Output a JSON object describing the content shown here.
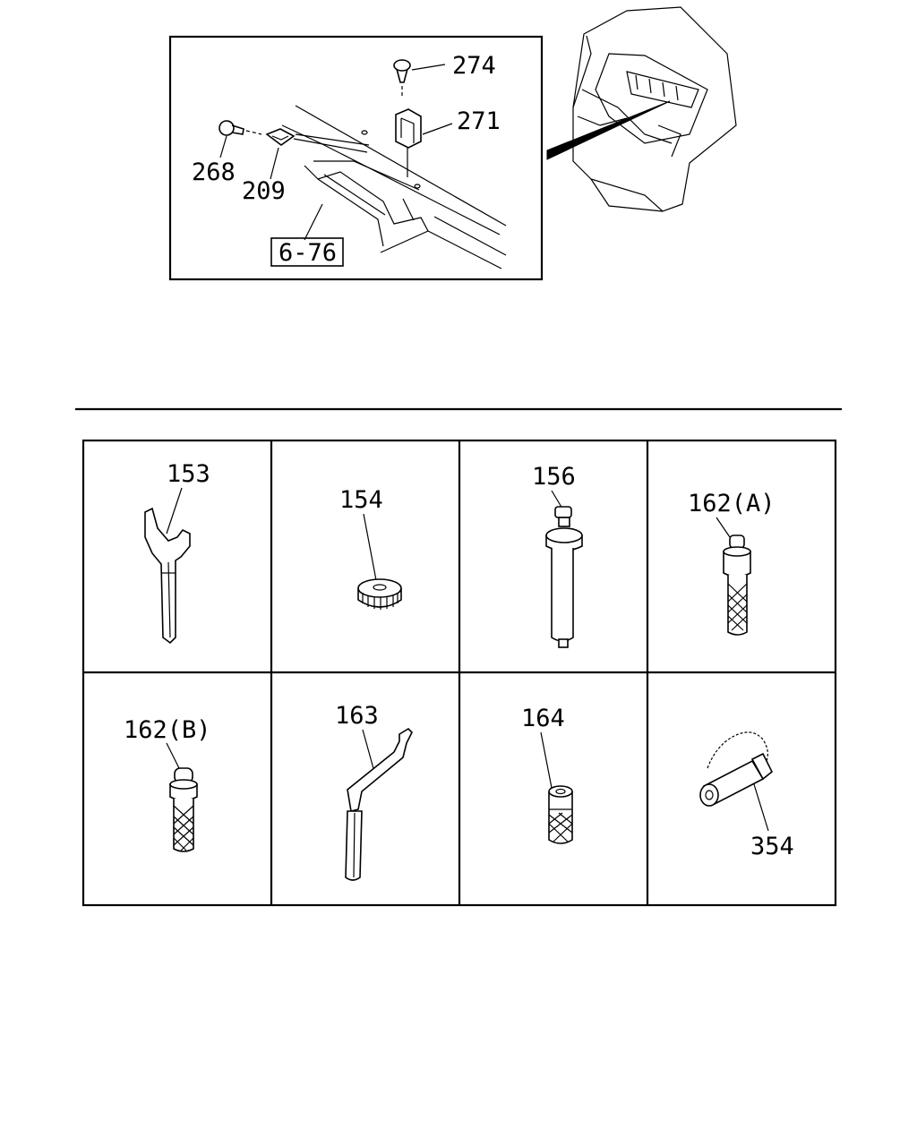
{
  "inset": {
    "callouts": {
      "screw_top": "274",
      "bracket": "271",
      "bolt_left": "268",
      "clip": "209",
      "reference": "6-76"
    }
  },
  "tool_kit": {
    "cells": [
      {
        "label": "153",
        "part": "wrench-icon"
      },
      {
        "label": "154",
        "part": "knob-cap-icon"
      },
      {
        "label": "156",
        "part": "injector-tool-icon"
      },
      {
        "label": "162(A)",
        "part": "socket-adapter-a-icon"
      },
      {
        "label": "162(B)",
        "part": "socket-adapter-b-icon"
      },
      {
        "label": "163",
        "part": "bent-bar-icon"
      },
      {
        "label": "164",
        "part": "knurled-socket-icon"
      },
      {
        "label": "354",
        "part": "chained-plug-icon"
      }
    ]
  }
}
